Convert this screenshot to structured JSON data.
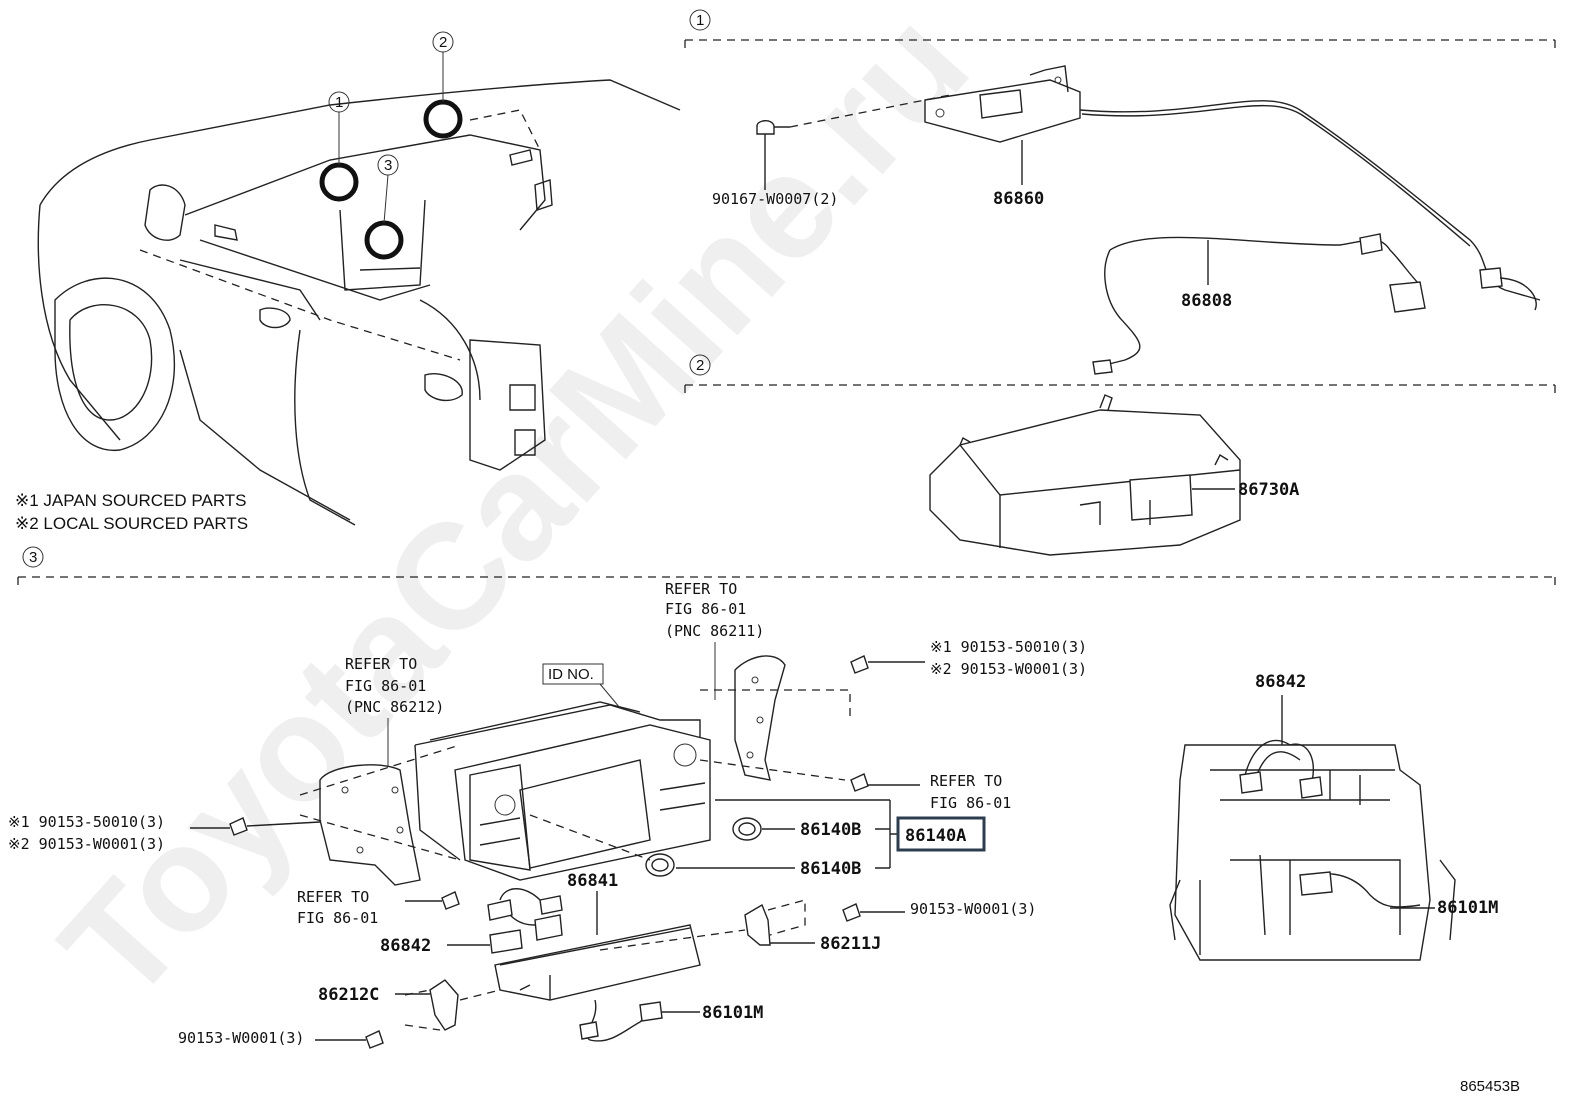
{
  "watermark": "ToyotaCarMine.ru",
  "ref_id": "865453B",
  "notes": [
    "※1 JAPAN SOURCED PARTS",
    "※2 LOCAL SOURCED PARTS"
  ],
  "section_markers": [
    "1",
    "2",
    "3"
  ],
  "section1": {
    "parts": {
      "bolt": "90167-W0007(2)",
      "module": "86860",
      "harness": "86808"
    }
  },
  "section2": {
    "parts": {
      "console_unit": "86730A"
    }
  },
  "section3": {
    "refer_top": [
      "REFER TO",
      "FIG 86-01",
      "(PNC 86211)"
    ],
    "refer_left": [
      "REFER TO",
      "FIG 86-01",
      "(PNC 86212)"
    ],
    "refer_right": [
      "REFER TO",
      "FIG 86-01"
    ],
    "refer_bottom": [
      "REFER TO",
      "FIG 86-01"
    ],
    "id_no": "ID NO.",
    "bolt_top_1": "※1 90153-50010(3)",
    "bolt_top_2": "※2 90153-W0001(3)",
    "bolt_left_1": "※1 90153-50010(3)",
    "bolt_left_2": "※2 90153-W0001(3)",
    "knob_upper": "86140B",
    "knob_lower": "86140B",
    "assembly": "86140A",
    "box": "86841",
    "connector": "86842",
    "bracket_right": "86211J",
    "bolt_right": "90153-W0001(3)",
    "bracket_left": "86212C",
    "bolt_bottom": "90153-W0001(3)",
    "cable": "86101M",
    "detail_connector": "86842",
    "detail_cable": "86101M"
  }
}
